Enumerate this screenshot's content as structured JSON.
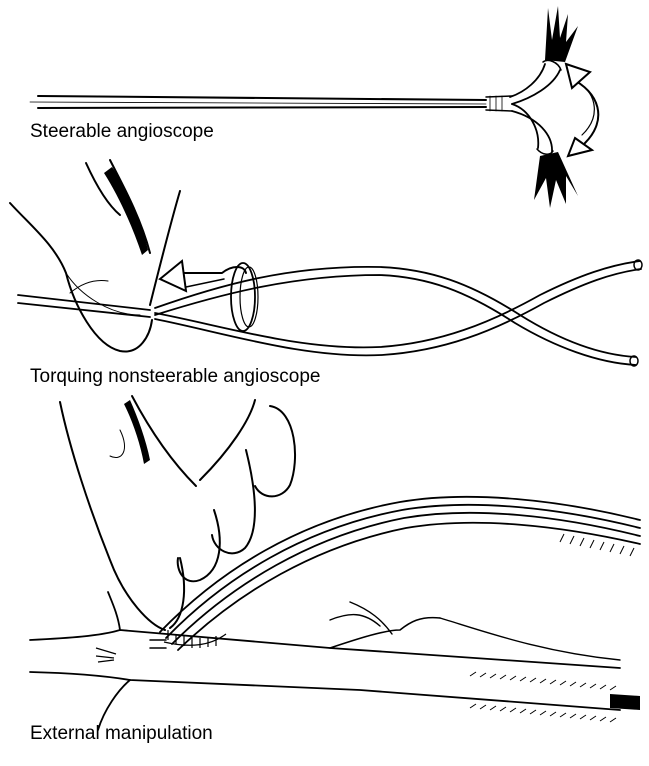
{
  "figure": {
    "panels": [
      {
        "caption": "Steerable angioscope"
      },
      {
        "caption": "Torquing nonsteerable angioscope"
      },
      {
        "caption": "External manipulation"
      }
    ]
  }
}
